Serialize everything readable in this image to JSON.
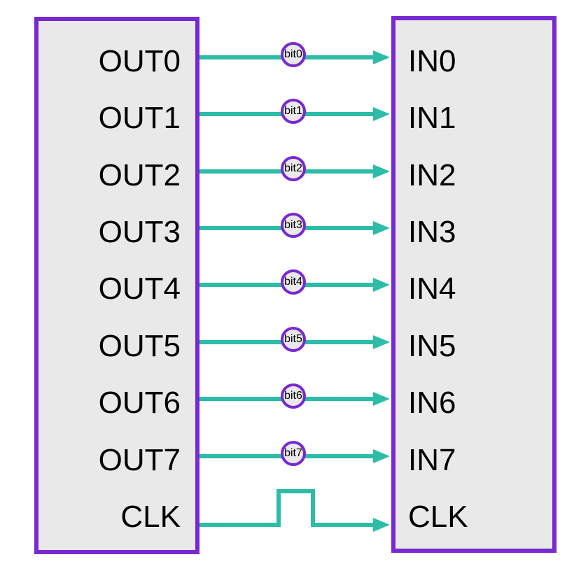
{
  "left_box": {
    "ports": [
      "OUT0",
      "OUT1",
      "OUT2",
      "OUT3",
      "OUT4",
      "OUT5",
      "OUT6",
      "OUT7",
      "CLK"
    ]
  },
  "right_box": {
    "ports": [
      "IN0",
      "IN1",
      "IN2",
      "IN3",
      "IN4",
      "IN5",
      "IN6",
      "IN7",
      "CLK"
    ]
  },
  "wires": {
    "bit_labels": [
      "bit0",
      "bit1",
      "bit2",
      "bit3",
      "bit4",
      "bit5",
      "bit6",
      "bit7"
    ]
  },
  "colors": {
    "accent_purple": "#7829cf",
    "wire_teal": "#2cbca8",
    "box_fill": "#e9e9e9",
    "text_color": "#000000",
    "page_bg": "#ffffff"
  }
}
